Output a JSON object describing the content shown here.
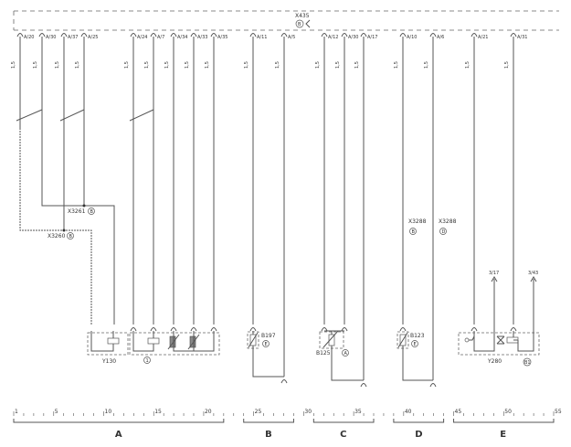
{
  "diagram": {
    "connector_top": {
      "label": "X435",
      "badge": "B"
    },
    "pins": [
      "A/20",
      "A/30",
      "A/37",
      "A/25",
      "A/24",
      "A/7",
      "A/34",
      "A/33",
      "A/35",
      "A/11",
      "A/5",
      "A/12",
      "A/30",
      "A/17",
      "A/10",
      "A/6",
      "A/21",
      "A/31"
    ],
    "wire_codes": [
      "1,5",
      "1,5",
      "1,5",
      "1,5",
      "1,5",
      "1,5",
      "1,5",
      "1,5",
      "1,5",
      "1,5",
      "1,5",
      "1,5",
      "1,5",
      "1,5",
      "1,5",
      "1,5",
      "1,5",
      "1,5"
    ],
    "junctions": [
      {
        "label": "X3261",
        "badge": "B"
      },
      {
        "label": "X3260",
        "badge": "B"
      },
      {
        "label": "X3288",
        "badge": "B"
      },
      {
        "label": "X3288",
        "badge": "D"
      }
    ],
    "components": [
      {
        "label": "Y130",
        "badge": ""
      },
      {
        "label": "",
        "badge": "1"
      },
      {
        "label": "B197",
        "badge": "E"
      },
      {
        "label": "B125",
        "badge": "A"
      },
      {
        "label": "B123",
        "badge": "E"
      },
      {
        "label": "Y280",
        "badge": "B1"
      }
    ],
    "refs": [
      "3/17",
      "3/43"
    ],
    "scale": {
      "min": 1,
      "max": 55,
      "labels": [
        "1",
        "5",
        "10",
        "15",
        "20",
        "25",
        "30",
        "35",
        "40",
        "45",
        "50",
        "55"
      ]
    },
    "sections": [
      {
        "letter": "A",
        "from": 1,
        "to": 22
      },
      {
        "letter": "B",
        "from": 24,
        "to": 29
      },
      {
        "letter": "C",
        "from": 31,
        "to": 37
      },
      {
        "letter": "D",
        "from": 39,
        "to": 44
      },
      {
        "letter": "E",
        "from": 45,
        "to": 55
      }
    ]
  }
}
